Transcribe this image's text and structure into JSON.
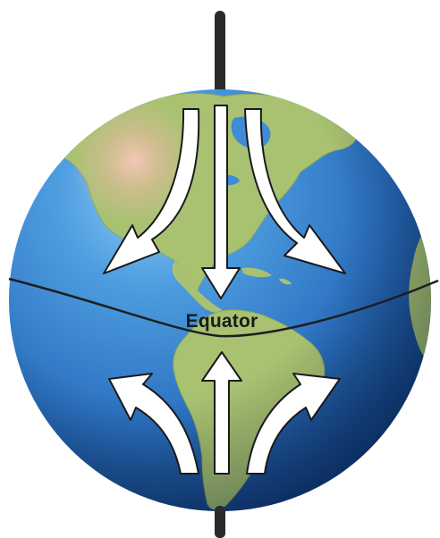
{
  "diagram": {
    "equator_label": "Equator"
  },
  "colors": {
    "ocean_light": "#5aa8e6",
    "ocean_mid": "#2a74c4",
    "ocean_dark": "#0f3a7a",
    "land": "#a8c272",
    "land_dark": "#7f9c4e",
    "axis": "#2b2b2b",
    "equator_line": "#1e1e1e",
    "arrow_fill": "#ffffff",
    "arrow_stroke": "#1a1a1a",
    "label_text": "#1a1a1a"
  },
  "icons": {
    "northern_flow_arrows": "arrow-down-curved-outward",
    "southern_flow_arrows": "arrow-up-curved-outward"
  }
}
